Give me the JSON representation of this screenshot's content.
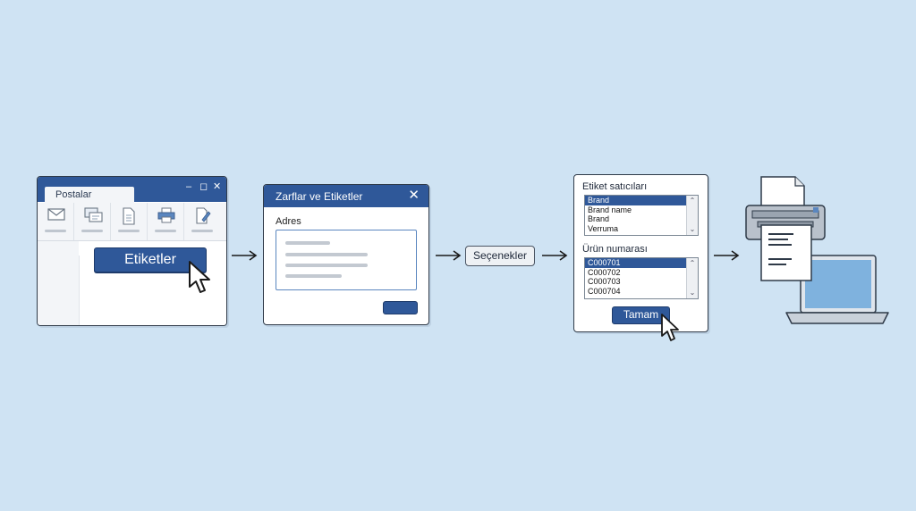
{
  "panel1": {
    "tab_label": "Postalar",
    "window_controls": [
      "–",
      "◻",
      "✕"
    ],
    "ribbon_icons": [
      "mail-icon",
      "envelopes-icon",
      "document-icon",
      "printer-icon",
      "edit-document-icon"
    ],
    "labels_button": "Etiketler"
  },
  "panel2": {
    "title": "Zarflar ve Etiketler",
    "close": "✕",
    "address_label": "Adres"
  },
  "options_button": "Seçenekler",
  "panel3": {
    "vendors_label": "Etiket satıcıları",
    "vendors": [
      {
        "text": "Brand",
        "selected": true
      },
      {
        "text": "Brand name",
        "selected": false
      },
      {
        "text": "Brand",
        "selected": false
      },
      {
        "text": "Verruma",
        "selected": false
      }
    ],
    "product_label": "Ürün numarası",
    "products": [
      {
        "text": "C000701",
        "selected": true
      },
      {
        "text": "C000702",
        "selected": false
      },
      {
        "text": "C000703",
        "selected": false
      },
      {
        "text": "C000704",
        "selected": false
      }
    ],
    "ok_button": "Tamam"
  },
  "colors": {
    "background": "#cfe3f3",
    "accent": "#2f5899",
    "screen": "#7fb2de"
  }
}
